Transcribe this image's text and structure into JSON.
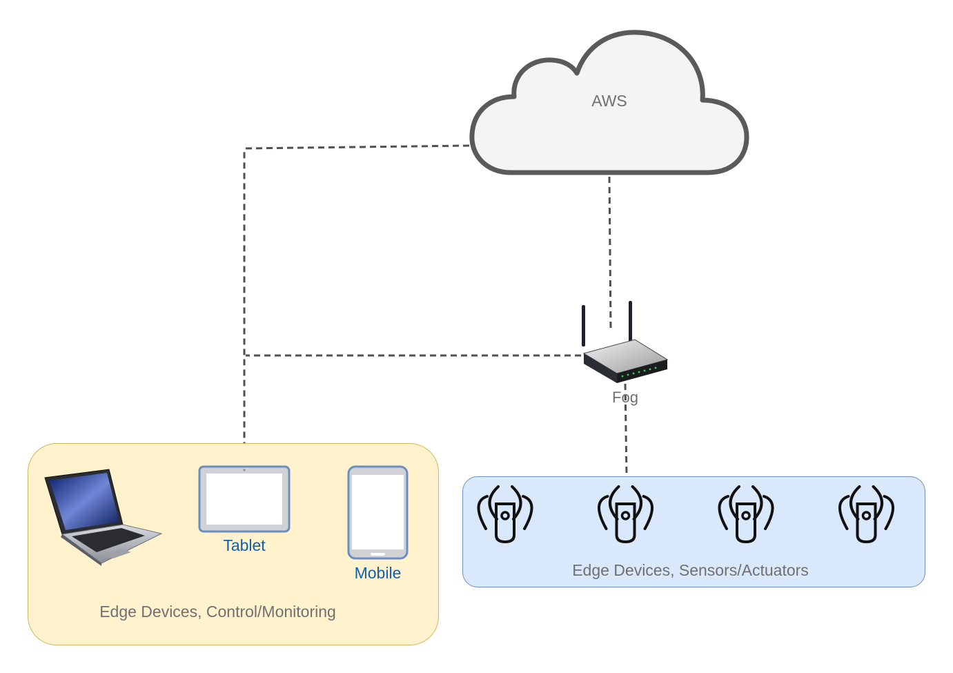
{
  "nodes": {
    "cloud": {
      "label": "AWS",
      "icon": "cloud-icon"
    },
    "fog": {
      "label": "Fog",
      "icon": "router-icon"
    },
    "laptop": {
      "icon": "laptop-icon"
    },
    "tablet": {
      "label": "Tablet",
      "icon": "tablet-icon"
    },
    "mobile": {
      "label": "Mobile",
      "icon": "mobile-icon"
    },
    "sensors": {
      "icon": "wireless-sensor-icon",
      "count": 4
    }
  },
  "groups": {
    "control": {
      "label": "Edge Devices, Control/Monitoring",
      "fill": "#fff2cc",
      "stroke": "#d6b656"
    },
    "sensors": {
      "label": "Edge Devices, Sensors/Actuators",
      "fill": "#dae8fc",
      "stroke": "#6c8ebf"
    }
  },
  "edges": [
    {
      "from": "cloud",
      "to": "control",
      "style": "dashed"
    },
    {
      "from": "fog",
      "to": "control",
      "style": "dashed"
    },
    {
      "from": "cloud",
      "to": "fog",
      "style": "dashed"
    },
    {
      "from": "fog",
      "to": "sensors",
      "style": "dashed"
    }
  ],
  "colors": {
    "edge": "#505050",
    "cloud_fill": "#f4f4f4",
    "cloud_stroke": "#5a5a5a",
    "device_blue": "#6c8ebf"
  }
}
